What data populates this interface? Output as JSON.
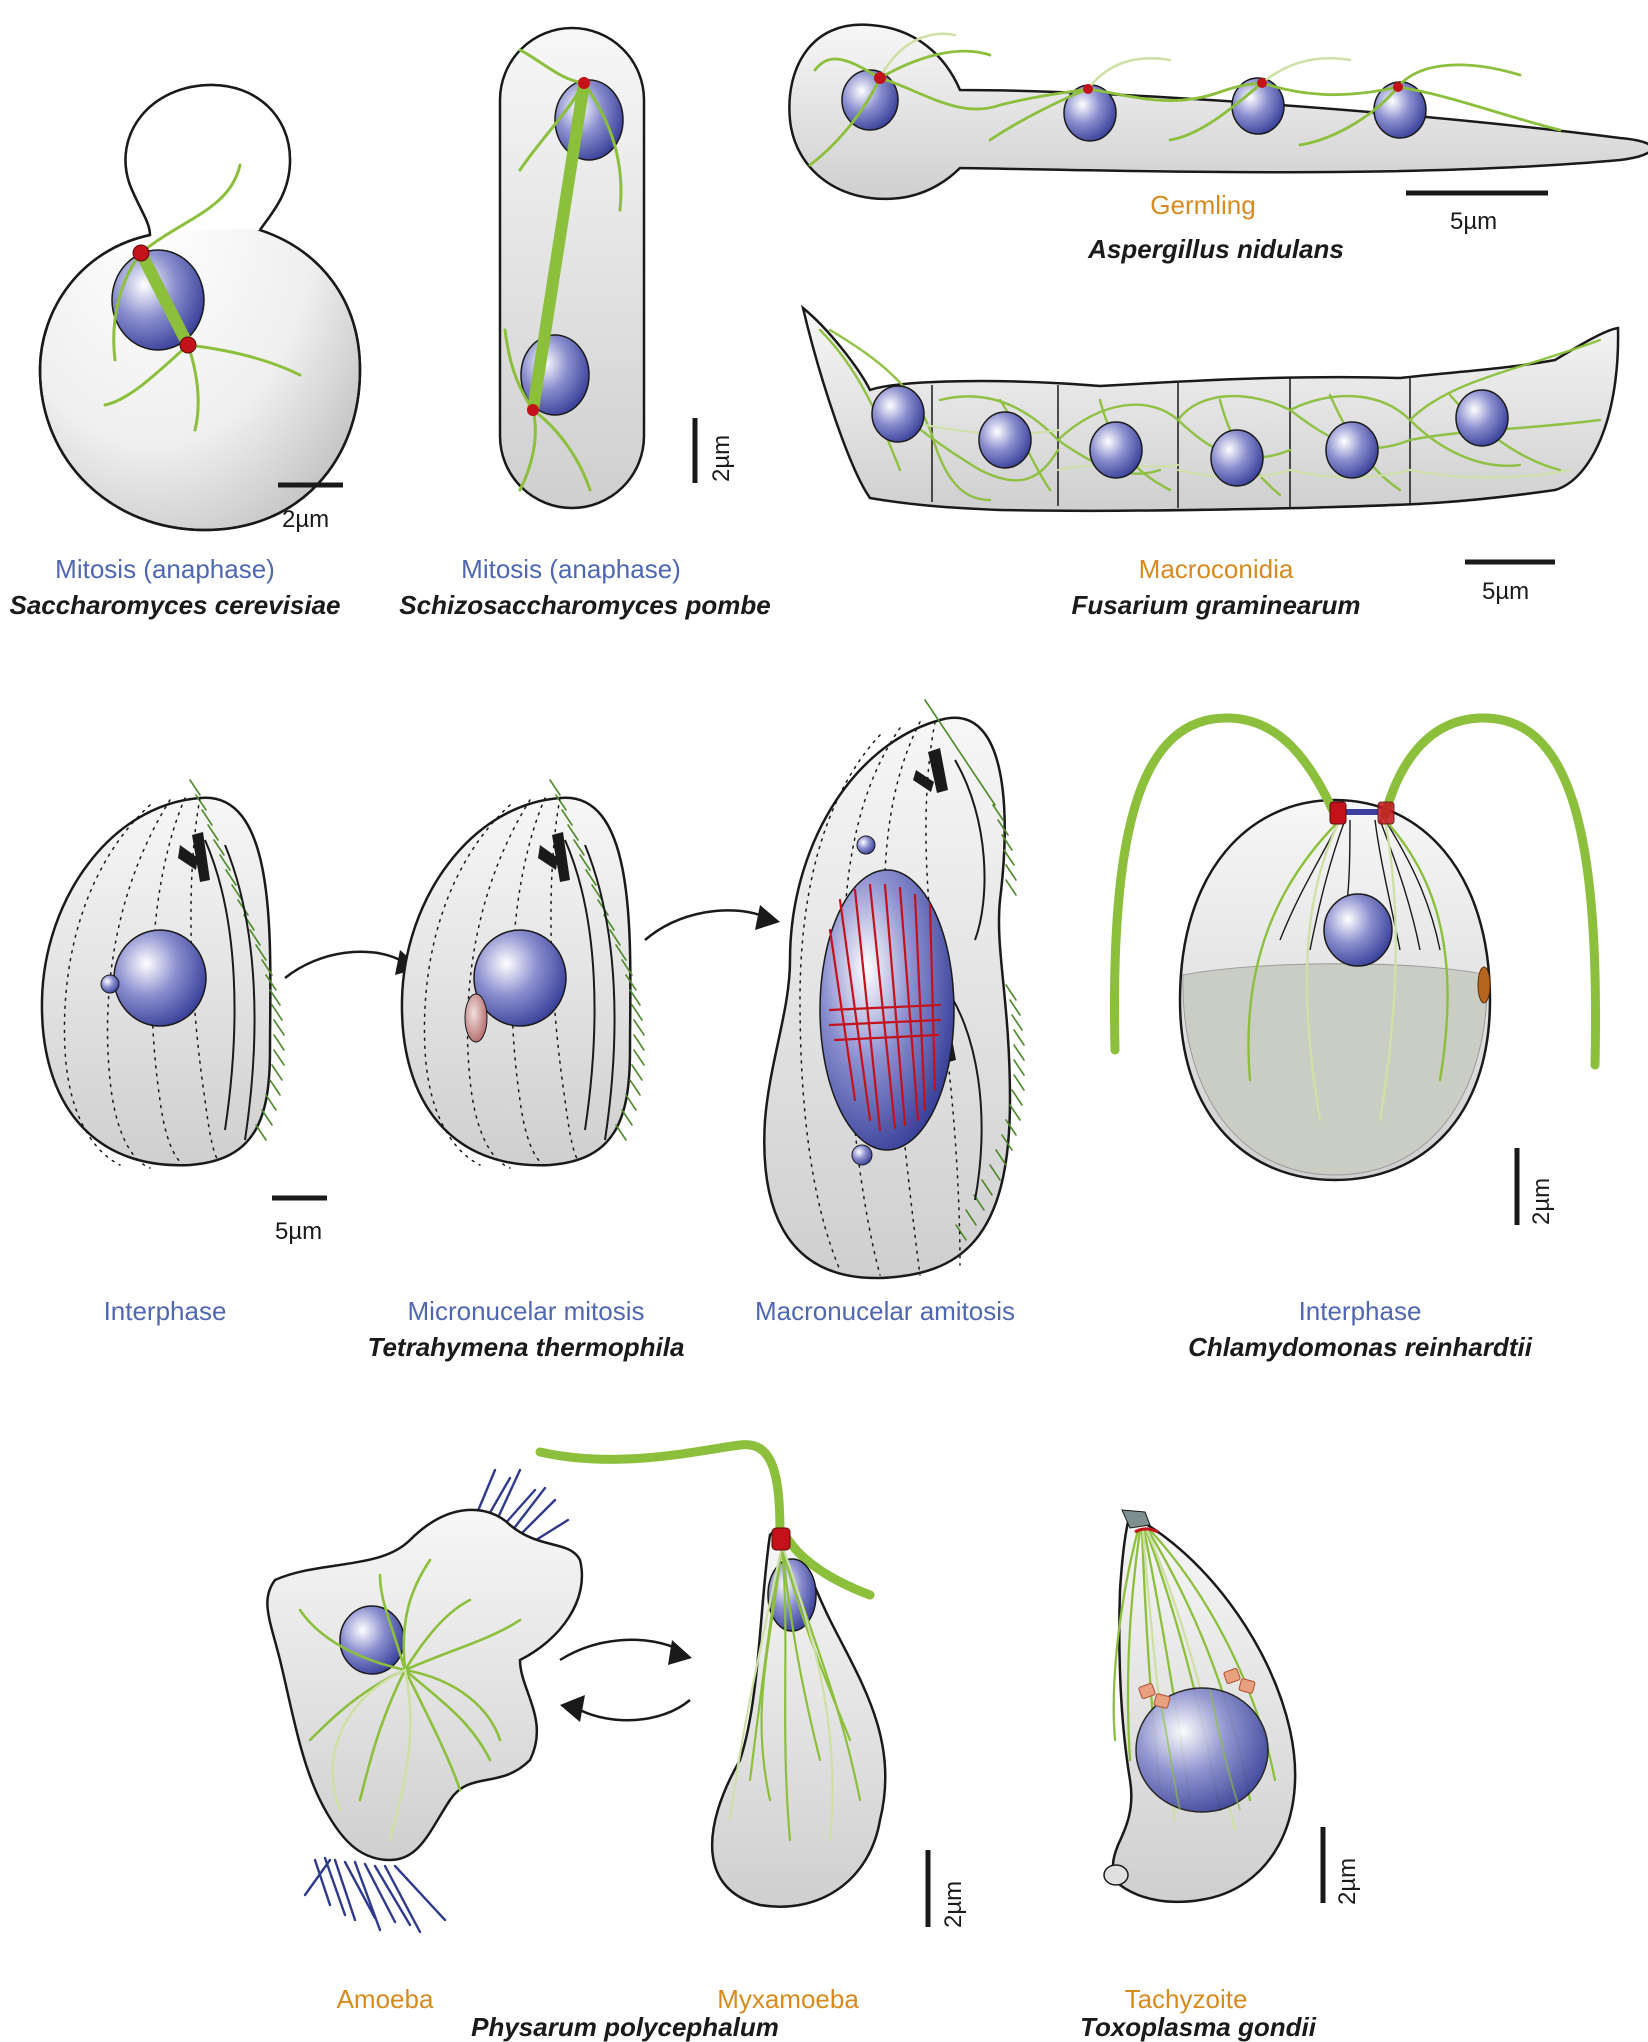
{
  "colors": {
    "stage_blue": "#4f67b0",
    "stage_orange": "#d88a1e",
    "species_text": "#1a1a1a",
    "microtubule_green": "#8cbf3c",
    "nucleus_blue": "#6870b8",
    "centrosome_red": "#c4121a",
    "cell_fill": "#eeeeee",
    "cilia_green": "#4f8a2c",
    "spindle_red": "#c4121a",
    "amoeba_fringe_blue": "#2f3a8c"
  },
  "panels": [
    {
      "id": "s-cerevisiae",
      "stage": "Mitosis (anaphase)",
      "species": "Saccharomyces cerevisiae",
      "scale": "2µm"
    },
    {
      "id": "s-pombe",
      "stage": "Mitosis (anaphase)",
      "species": "Schizosaccharomyces pombe",
      "scale": "2µm"
    },
    {
      "id": "a-nidulans",
      "stage": "Germling",
      "species": "Aspergillus nidulans",
      "scale": "5µm"
    },
    {
      "id": "f-graminearum",
      "stage": "Macroconidia",
      "species": "Fusarium graminearum",
      "scale": "5µm"
    },
    {
      "id": "t-thermophila",
      "stages": [
        "Interphase",
        "Micronucelar mitosis",
        "Macronucelar amitosis"
      ],
      "species": "Tetrahymena thermophila",
      "scale": "5µm"
    },
    {
      "id": "c-reinhardtii",
      "stage": "Interphase",
      "species": "Chlamydomonas reinhardtii",
      "scale": "2µm"
    },
    {
      "id": "p-polycephalum",
      "stages": [
        "Amoeba",
        "Myxamoeba"
      ],
      "species": "Physarum polycephalum",
      "scale": "2µm"
    },
    {
      "id": "t-gondii",
      "stage": "Tachyzoite",
      "species": "Toxoplasma gondii",
      "scale": "2µm"
    }
  ]
}
